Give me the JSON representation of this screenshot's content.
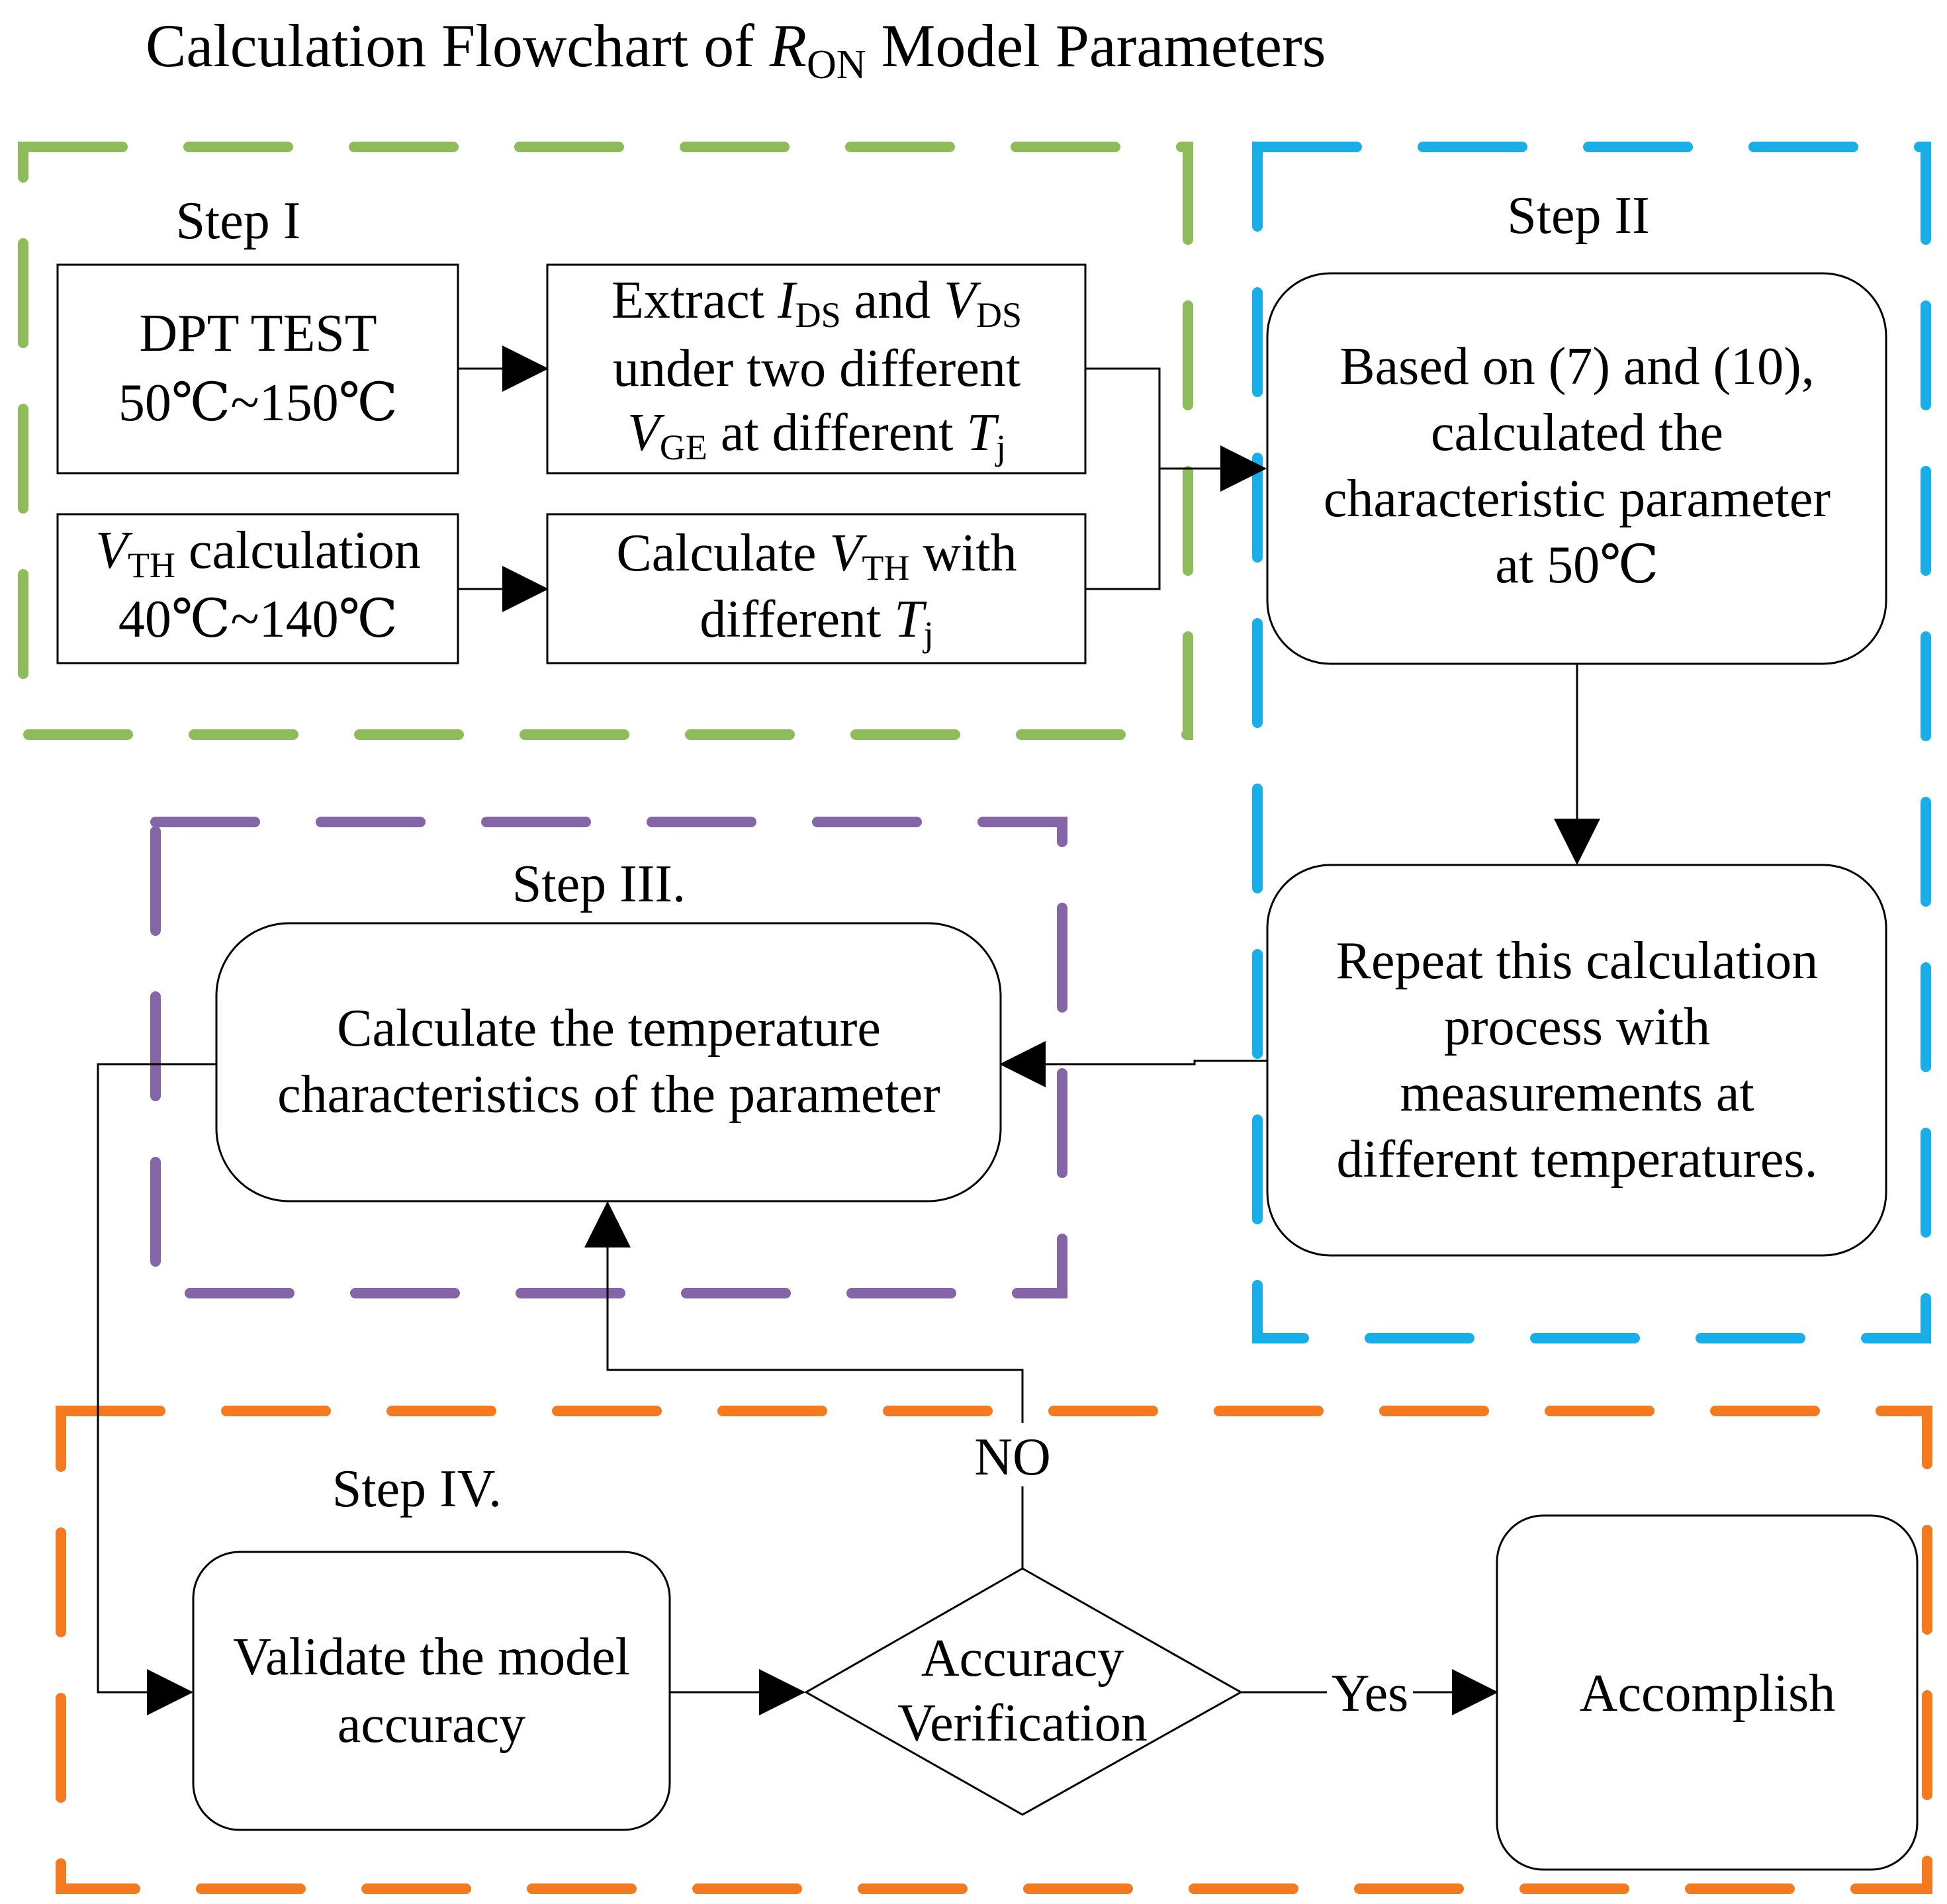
{
  "title": {
    "pre": "Calculation Flowchart of ",
    "var": "R",
    "sub": "ON",
    "post": " Model Parameters"
  },
  "colors": {
    "step1": "#8fbc5a",
    "step2": "#1aaee8",
    "step3": "#8466a8",
    "step4": "#f57a1f",
    "line": "#000000"
  },
  "step1": {
    "label": "Step I",
    "dpt": {
      "line1": "DPT TEST",
      "line2": "50℃~150℃"
    },
    "extract": {
      "l1_a": "Extract ",
      "l1_v1": "I",
      "l1_s1": "DS",
      "l1_b": " and ",
      "l1_v2": "V",
      "l1_s2": "DS",
      "l2": "under two different",
      "l3_v1": "V",
      "l3_s1": "GE",
      "l3_b": " at different ",
      "l3_v2": "T",
      "l3_s2": "j"
    },
    "vth": {
      "l1_v": "V",
      "l1_s": "TH",
      "l1_b": " calculation",
      "l2": "40℃~140℃"
    },
    "calcvth": {
      "l1_a": "Calculate ",
      "l1_v": "V",
      "l1_s": "TH",
      "l1_b": " with",
      "l2_a": "different ",
      "l2_v": "T",
      "l2_s": "j"
    }
  },
  "step2": {
    "label": "Step II",
    "based": [
      "Based on (7) and (10),",
      "calculated the",
      "characteristic parameter",
      "at 50℃"
    ],
    "repeat": [
      "Repeat this calculation",
      "process with",
      "measurements at",
      "different temperatures."
    ]
  },
  "step3": {
    "label": "Step III.",
    "calc": [
      "Calculate the temperature",
      "characteristics of the parameter"
    ]
  },
  "step4": {
    "label": "Step IV.",
    "validate": [
      "Validate the model",
      "accuracy"
    ],
    "verify": [
      "Accuracy",
      "Verification"
    ],
    "accomplish": "Accomplish",
    "no": "NO",
    "yes": "Yes"
  }
}
